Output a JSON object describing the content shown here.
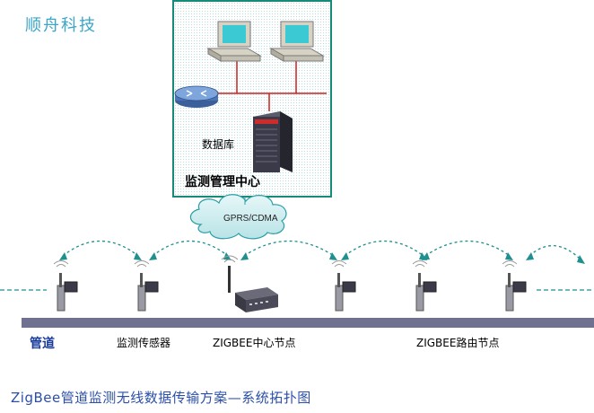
{
  "brand": "顺舟科技",
  "center": {
    "title": "监测管理中心",
    "database_label": "数据库"
  },
  "network": {
    "cloud_label": "GPRS/CDMA"
  },
  "labels": {
    "pipeline": "管道",
    "sensor": "监测传感器",
    "coordinator": "ZIGBEE中心节点",
    "router": "ZIGBEE路由节点"
  },
  "caption": "ZigBee管道监测无线数据传输方案—系统拓扑图",
  "colors": {
    "box_border": "#178a78",
    "box_fill": "#eef7f8",
    "wire": "#cc2020",
    "pipeline": "#707090",
    "arc": "#1f8f8f",
    "monitor": "#3bc9d4",
    "brand": "#3aa6c8",
    "caption": "#2b4fa8"
  }
}
